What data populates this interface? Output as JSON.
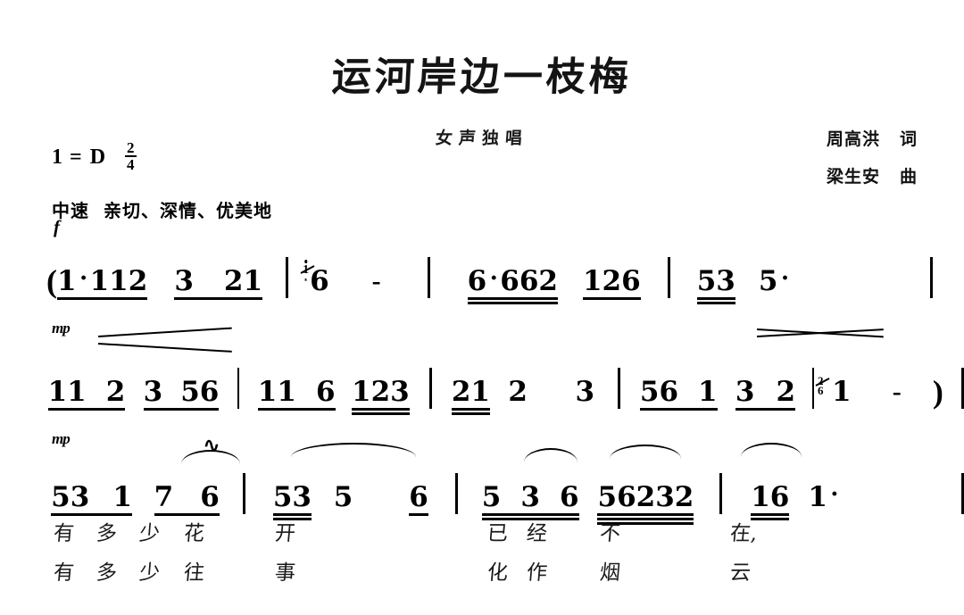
{
  "document": {
    "kind": "jianpu-sheet-music",
    "title": "运河岸边一枝梅",
    "subtitle": "女声独唱",
    "credits": [
      {
        "name": "周高洪",
        "role": "词"
      },
      {
        "name": "梁生安",
        "role": "曲"
      }
    ],
    "key_label": "1 = D",
    "key_prefix": "1",
    "key_eq": "=",
    "key_value": "D",
    "meter_numerator": "2",
    "meter_denominator": "4",
    "tempo_mark": "中速",
    "expression_mark": "亲切、深情、优美地"
  },
  "dynamics": {
    "system1": "f",
    "system2": "mp",
    "system3": "mp",
    "system2_end": "mp"
  },
  "systems": [
    {
      "id": "system-1",
      "dynamic": "f",
      "measures": [
        {
          "id": "m1",
          "open_paren": "(",
          "notes": "1· 1 1 2 3 2 1",
          "tokens": [
            "1",
            "·",
            "1",
            "1",
            "2",
            "3",
            "2",
            "1"
          ],
          "octave": "upper",
          "ornaments": [
            "mordent"
          ]
        },
        {
          "id": "m2",
          "grace": "1",
          "notes": "6 -",
          "tokens": [
            "6",
            "-"
          ]
        },
        {
          "id": "m3",
          "notes": "6· 6 6 2 1 2 6",
          "tokens": [
            "6",
            "·",
            "6",
            "6",
            "2",
            "1",
            "2",
            "6"
          ],
          "ornaments": [
            "mordent"
          ]
        },
        {
          "id": "m4",
          "notes": "5 3 5·",
          "tokens": [
            "5",
            "3",
            "5",
            "·"
          ]
        }
      ]
    },
    {
      "id": "system-2",
      "dynamic": "mp",
      "measures": [
        {
          "id": "m5",
          "notes": "1 1 2 3 5 6",
          "tokens": [
            "1",
            "1",
            "2",
            "3",
            "5",
            "6"
          ]
        },
        {
          "id": "m6",
          "notes": "1 1 6 1 2 3",
          "tokens": [
            "1",
            "1",
            "6",
            "1",
            "2",
            "3"
          ],
          "octave": "upper"
        },
        {
          "id": "m7",
          "notes": "2 1 2 3",
          "tokens": [
            "2",
            "1",
            "2",
            "3"
          ],
          "octave": "upper"
        },
        {
          "id": "m8",
          "notes": "5 6 1 3 2",
          "tokens": [
            "5",
            "6",
            "1",
            "3",
            "2"
          ],
          "ornaments": [
            "mordent"
          ]
        },
        {
          "id": "m9",
          "grace": "2 6",
          "notes": "1 - )",
          "tokens": [
            "1",
            "-",
            ")"
          ]
        }
      ]
    },
    {
      "id": "system-3",
      "dynamic": "mp",
      "measures": [
        {
          "id": "m10",
          "notes": "5 3 1 7 6",
          "tokens": [
            "5",
            "3",
            "1",
            "7",
            "6"
          ],
          "ornaments": [
            "slur",
            "mordent"
          ]
        },
        {
          "id": "m11",
          "notes": "5 3 5 6",
          "tokens": [
            "5",
            "3",
            "5",
            "6"
          ],
          "ornaments": [
            "slur"
          ]
        },
        {
          "id": "m12",
          "notes": "5 3 6 5 6 2 3 2",
          "tokens": [
            "5",
            "3",
            "6",
            "5",
            "6",
            "2",
            "3",
            "2"
          ],
          "ornaments": [
            "slur"
          ]
        },
        {
          "id": "m13",
          "notes": "1 6 1·",
          "tokens": [
            "1",
            "6",
            "1",
            "·"
          ],
          "ornaments": [
            "slur"
          ]
        }
      ]
    }
  ],
  "lyrics": {
    "line1": [
      "有",
      "多",
      "少",
      "花",
      "开",
      "已",
      "经",
      "不",
      "在,"
    ],
    "line2": [
      "有",
      "多",
      "少",
      "往",
      "事",
      "化",
      "作",
      "烟",
      "云"
    ],
    "line1_text": "有多少花 开 已经 不 在,",
    "line2_text": "有多少往事 化作 烟 云"
  }
}
